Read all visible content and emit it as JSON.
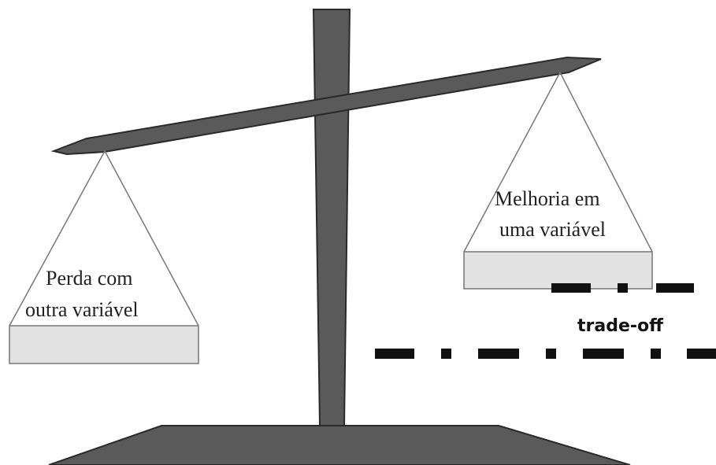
{
  "left_pan": {
    "line1": "Perda com",
    "line2": "outra variável"
  },
  "right_pan": {
    "line1": "Melhoria em",
    "line2": "uma variável"
  },
  "tradeoff_label": "trade-off",
  "colors": {
    "structure": "#5a5a5a",
    "structure_outline": "#2a2a2a",
    "pan_fill": "#e2e2e2",
    "pan_outline": "#777777",
    "dash_line": "#111111"
  }
}
